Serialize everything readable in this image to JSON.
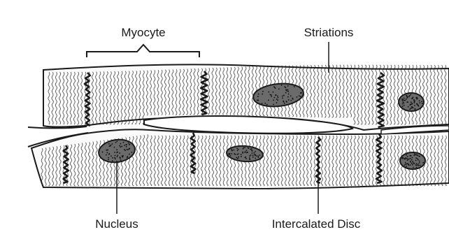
{
  "labels": {
    "myocyte": "Myocyte",
    "striations": "Striations",
    "nucleus": "Nucleus",
    "intercalated_disc": "Intercalated Disc"
  },
  "colors": {
    "ink": "#1a1a1a",
    "fiber_fill": "#fafafa",
    "background": "#ffffff"
  }
}
